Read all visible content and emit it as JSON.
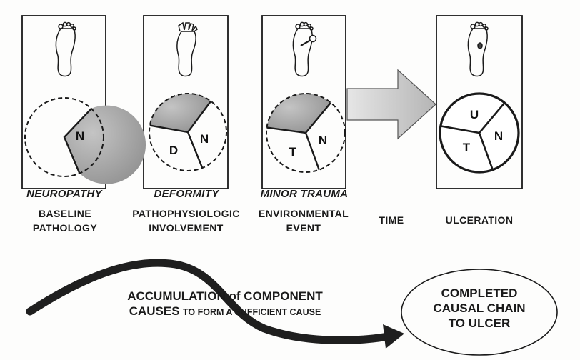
{
  "stages": [
    {
      "name": "NEUROPATHY",
      "desc1": "BASELINE",
      "desc2": "PATHOLOGY",
      "letters": [
        "N"
      ]
    },
    {
      "name": "DEFORMITY",
      "desc1": "PATHOPHYSIOLOGIC",
      "desc2": "INVOLVEMENT",
      "letters": [
        "D",
        "N"
      ]
    },
    {
      "name": "MINOR TRAUMA",
      "desc1": "ENVIRONMENTAL",
      "desc2": "EVENT",
      "letters": [
        "T",
        "N"
      ]
    },
    {
      "name": "",
      "desc1": "ULCERATION",
      "desc2": "",
      "letters": [
        "U",
        "T",
        "N"
      ]
    }
  ],
  "time_label": "TIME",
  "accumulation": {
    "line1": "ACCUMULATION of COMPONENT",
    "line2_big": "CAUSES",
    "line2_small": "TO FORM A SUFFICIENT CAUSE"
  },
  "result": {
    "line1": "COMPLETED",
    "line2": "CAUSAL CHAIN",
    "line3": "TO ULCER"
  },
  "colors": {
    "ink": "#1a1a1a",
    "shade": "#a8a8a8",
    "arrow_fill": "#cfcfcf"
  }
}
